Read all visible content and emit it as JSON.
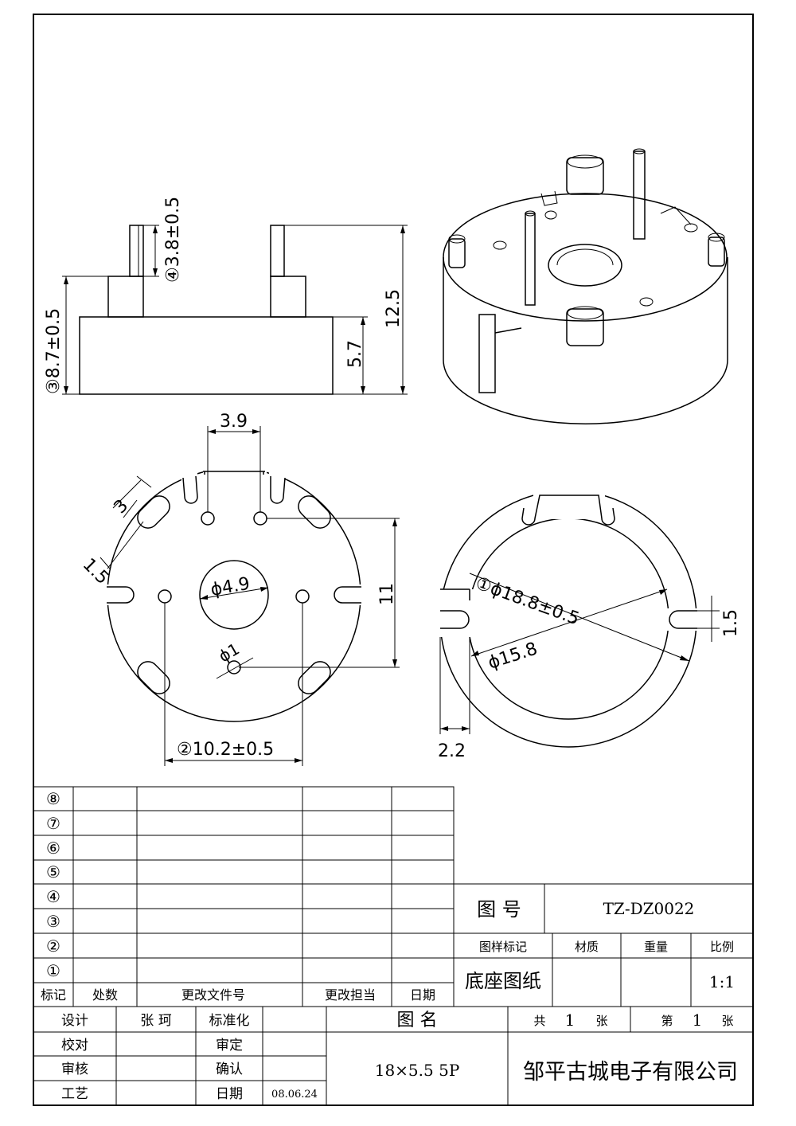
{
  "dimensions": {
    "d1": "3.8±0.5",
    "d2": "8.7±0.5",
    "d3": "5.7",
    "d4": "12.5",
    "d5": "3.9",
    "d6": "3",
    "d7": "1.5",
    "d8": "11",
    "d9": "ϕ4.9",
    "d10": "ϕ1",
    "d11": "10.2±0.5",
    "d12": "ϕ18.8±0.5",
    "d13": "ϕ15.8",
    "d14": "1.5",
    "d15": "2.2"
  },
  "markers": {
    "m1": "①",
    "m2": "②",
    "m3": "③",
    "m4": "④",
    "m5": "⑤",
    "m6": "⑥",
    "m7": "⑦",
    "m8": "⑧"
  },
  "revision_table": {
    "rows": [
      "⑧",
      "⑦",
      "⑥",
      "⑤",
      "④",
      "③",
      "②",
      "①"
    ],
    "header": [
      "标记",
      "处数",
      "更改文件号",
      "更改担当",
      "日期"
    ]
  },
  "title_block": {
    "drawing_no_label": "图 号",
    "drawing_no": "TZ-DZ0022",
    "mark_label": "图样标记",
    "material_label": "材质",
    "weight_label": "重量",
    "scale_label": "比例",
    "drawing_title": "底座图纸",
    "scale": "1:1",
    "design_label": "设计",
    "designer": "张 珂",
    "standard_label": "标准化",
    "name_label": "图 名",
    "total_label": "共",
    "total_value": "1",
    "sheet_unit": "张",
    "index_label": "第",
    "index_value": "1",
    "check_label": "校对",
    "approve_label": "审定",
    "review_label": "审核",
    "confirm_label": "确认",
    "process_label": "工艺",
    "date_label": "日期",
    "date_value": "08.06.24",
    "part_name": "18×5.5 5P",
    "company": "邹平古城电子有限公司"
  }
}
